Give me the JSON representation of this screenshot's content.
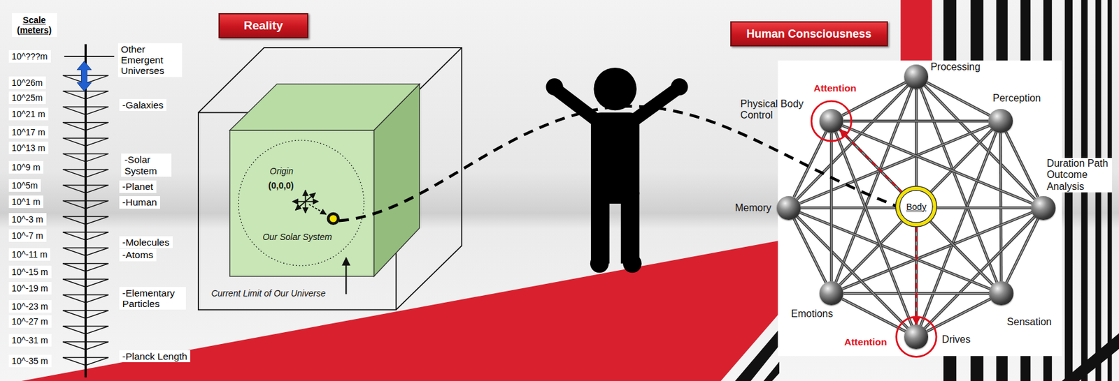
{
  "diagram": {
    "nodes": [
      {
        "text": [
          "Reality"
        ]
      },
      {
        "text": [
          "Human Consciousness"
        ]
      },
      {
        "text": [
          "Processing"
        ]
      },
      {
        "text": [
          "Perception"
        ]
      },
      {
        "text": [
          "Duration Path Outcome Analysis"
        ]
      },
      {
        "text": [
          "Sensation"
        ]
      },
      {
        "text": [
          "Drives"
        ]
      },
      {
        "text": [
          "Emotions"
        ]
      },
      {
        "text": [
          "Memory"
        ]
      },
      {
        "text": [
          "Physical Body Control"
        ]
      },
      {
        "text": [
          "Body"
        ]
      }
    ],
    "edges": [
      {
        "from": 2,
        "to": 3,
        "arrow": "none"
      },
      {
        "from": 2,
        "to": 4,
        "arrow": "none"
      },
      {
        "from": 2,
        "to": 5,
        "arrow": "none"
      },
      {
        "from": 2,
        "to": 6,
        "arrow": "none"
      },
      {
        "from": 2,
        "to": 7,
        "arrow": "none"
      },
      {
        "from": 2,
        "to": 8,
        "arrow": "none"
      },
      {
        "from": 2,
        "to": 9,
        "arrow": "none"
      },
      {
        "from": 3,
        "to": 4,
        "arrow": "none"
      },
      {
        "from": 3,
        "to": 5,
        "arrow": "none"
      },
      {
        "from": 3,
        "to": 6,
        "arrow": "none"
      },
      {
        "from": 3,
        "to": 7,
        "arrow": "none"
      },
      {
        "from": 3,
        "to": 8,
        "arrow": "none"
      },
      {
        "from": 3,
        "to": 9,
        "arrow": "none"
      },
      {
        "from": 4,
        "to": 5,
        "arrow": "none"
      },
      {
        "from": 4,
        "to": 6,
        "arrow": "none"
      },
      {
        "from": 4,
        "to": 7,
        "arrow": "none"
      },
      {
        "from": 4,
        "to": 8,
        "arrow": "none"
      },
      {
        "from": 4,
        "to": 9,
        "arrow": "none"
      },
      {
        "from": 5,
        "to": 6,
        "arrow": "none"
      },
      {
        "from": 5,
        "to": 7,
        "arrow": "none"
      },
      {
        "from": 5,
        "to": 8,
        "arrow": "none"
      },
      {
        "from": 5,
        "to": 9,
        "arrow": "none"
      },
      {
        "from": 6,
        "to": 7,
        "arrow": "none"
      },
      {
        "from": 6,
        "to": 8,
        "arrow": "none"
      },
      {
        "from": 6,
        "to": 9,
        "arrow": "none"
      },
      {
        "from": 7,
        "to": 8,
        "arrow": "none"
      },
      {
        "from": 7,
        "to": 9,
        "arrow": "none"
      },
      {
        "from": 8,
        "to": 9,
        "arrow": "none"
      },
      {
        "from": 10,
        "to": 9,
        "arrow": "to"
      },
      {
        "from": 10,
        "to": 6,
        "arrow": "to"
      }
    ],
    "labels": [
      "Scale (meters)",
      "10^???m",
      "10^26m",
      "10^25m",
      "10^21 m",
      "10^17 m",
      "10^13 m",
      "10^9 m",
      "10^5m",
      "10^1 m",
      "10^-3 m",
      "10^-7 m",
      "10^-11 m",
      "10^-15 m",
      "10^-19 m",
      "10^-23 m",
      "10^-27 m",
      "10^-31 m",
      "10^-35 m",
      "Other Emergent Universes",
      "-Galaxies",
      "-Solar System",
      "-Planet",
      "-Human",
      "-Molecules",
      "-Atoms",
      "-Elementary Particles",
      "-Planck Length",
      "Origin",
      "(0,0,0)",
      "Our Solar System",
      "Current Limit of Our Universe",
      "Attention",
      "Attention"
    ]
  }
}
